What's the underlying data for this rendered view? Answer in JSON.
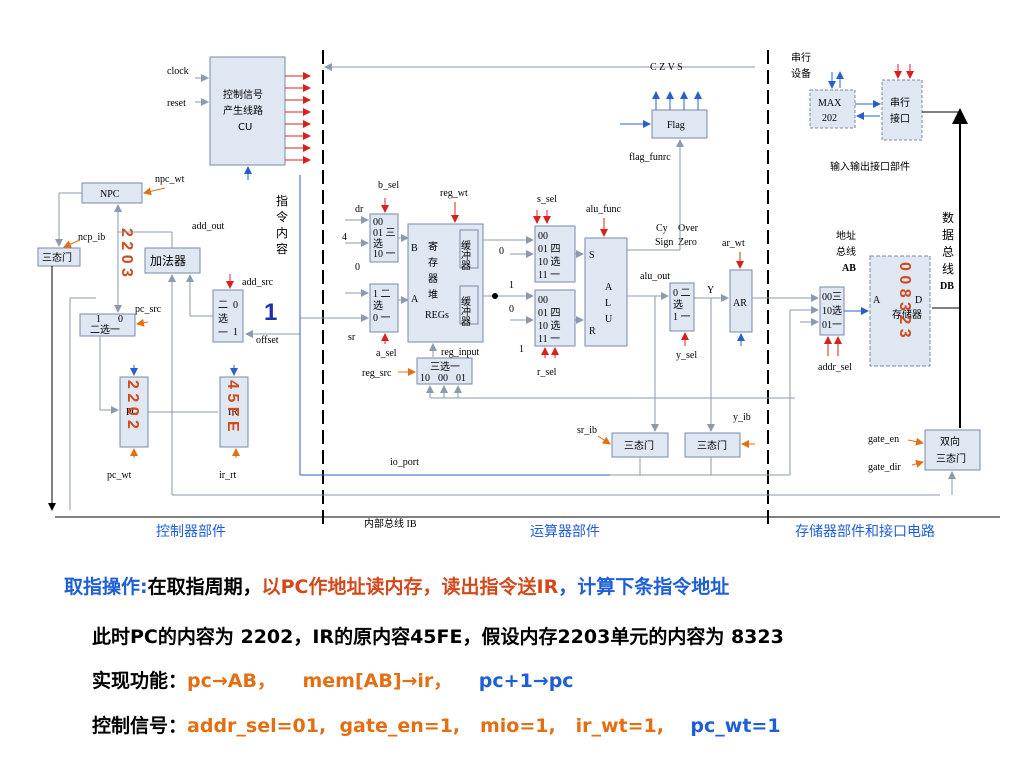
{
  "diagram": {
    "cu": {
      "l1": "控制信号",
      "l2": "产生线路",
      "l3": "CU"
    },
    "clock": "clock",
    "reset": "reset",
    "npc": "NPC",
    "npc_wt": "npc_wt",
    "ncp_ib": "ncp_ib",
    "tristate": "三态门",
    "adder": "加法器",
    "add_out": "add_out",
    "add_src": "add_src",
    "offset": "offset",
    "mux2": {
      "a": "二",
      "b": "选",
      "c": "一",
      "in0": "0",
      "in1": "1"
    },
    "big_one": "1",
    "pc_src": "pc_src",
    "mux2b": "二选一",
    "pc": "PC",
    "pc_wt": "pc_wt",
    "ir": "IR",
    "ir_rt": "ir_rt",
    "pc_val": "2 2 0 2",
    "npc_val": "2 2 0 3",
    "ir_val": "4 5 F E",
    "instr": [
      "指",
      "令",
      "内",
      "容"
    ],
    "b_sel": "b_sel",
    "dr": "dr",
    "four": "4",
    "zero": "0",
    "sr": "sr",
    "a_sel": "a_sel",
    "reg_wt": "reg_wt",
    "reg_input": "reg_input",
    "reg_src": "reg_src",
    "regs": [
      "寄",
      "存",
      "器",
      "堆"
    ],
    "regs_name": "REGs",
    "buf": "缓冲器",
    "b_port": "B",
    "a_port": "A",
    "mux3": {
      "title": "三选一",
      "opts": [
        "10",
        "00",
        "01"
      ]
    },
    "s_sel": "s_sel",
    "r_sel": "r_sel",
    "alu_func": "alu_func",
    "mux4": {
      "rows": [
        "00",
        "01",
        "10",
        "11"
      ],
      "side": [
        "四",
        "选",
        "一"
      ]
    },
    "alu": {
      "s": "S",
      "r": "R",
      "name": [
        "A",
        "L",
        "U"
      ]
    },
    "flag": "Flag",
    "flag_funrc": "flag_funrc",
    "czvs": "C Z V S",
    "cy": "Cy",
    "over": "Over",
    "sign": "Sign",
    "zero_f": "Zero",
    "alu_out": "alu_out",
    "y": "Y",
    "y_sel": "y_sel",
    "y_ib": "y_ib",
    "sr_ib": "sr_ib",
    "ar": "AR",
    "ar_wt": "ar_wt",
    "addr_bus": {
      "l1": "地址",
      "l2": "总线",
      "l3": "AB"
    },
    "data_bus": [
      "数",
      "据",
      "总",
      "线",
      "DB"
    ],
    "mux3b": {
      "rows": [
        "00",
        "10",
        "01"
      ],
      "side": [
        "三",
        "选",
        "一"
      ]
    },
    "addr_sel": "addr_sel",
    "mem_label": "存储器",
    "mem_a": "A",
    "mem_d": "D",
    "mem_val": "0 0 8 3 2 3",
    "serial_dev": [
      "串行",
      "设备"
    ],
    "max202": [
      "MAX",
      "202"
    ],
    "serial_port": [
      "串行",
      "接口"
    ],
    "io_part": "输入输出接口部件",
    "gate_en": "gate_en",
    "gate_dir": "gate_dir",
    "bidir": [
      "双向",
      "三态门"
    ],
    "io_port": "io_port",
    "ib_label": "内部总线 IB",
    "sec_ctrl": "控制器部件",
    "sec_alu": "运算器部件",
    "sec_mem": "存储器部件和接口电路"
  },
  "text": {
    "l1_head": "取指操作:",
    "l1_a": "在取指周期，",
    "l1_b": "以PC作地址读内存，读出指令送IR",
    "l1_c": "，计算下条指令地址",
    "l2": "此时PC的内容为 2202，IR的原内容45FE，假设内存2203单元的内容为 8323",
    "l3_head": "实现功能：",
    "l3_a": "pc→AB，",
    "l3_b": "mem[AB]→ir，",
    "l3_c": "pc+1→pc",
    "l4_head": "控制信号：",
    "l4_a": "addr_sel=01,",
    "l4_b": "gate_en=1,",
    "l4_c": "mio=1,",
    "l4_d": "ir_wt=1,",
    "l4_e": "pc_wt=1"
  },
  "colors": {
    "blue": "#1f5fd6",
    "red": "#d2491c",
    "orange": "#e36f14",
    "box": "#dfe7f3"
  }
}
